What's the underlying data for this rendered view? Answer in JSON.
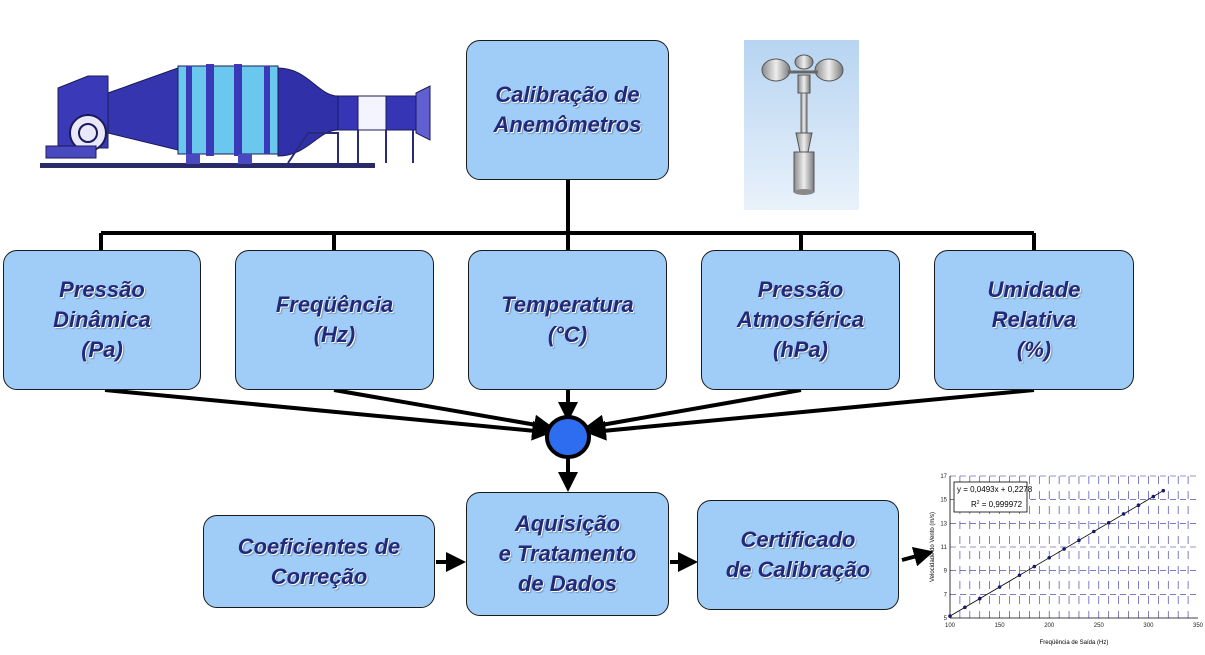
{
  "diagram": {
    "top_box": "Calibração de\nAnemômetros",
    "inputs": [
      "Pressão\nDinâmica\n(Pa)",
      "Freqüência\n(Hz)",
      "Temperatura\n(°C)",
      "Pressão\nAtmosférica\n(hPa)",
      "Umidade\nRelativa\n(%)"
    ],
    "corrections_box": "Coeficientes de\nCorreção",
    "processing_box": "Aquisição\ne Tratamento\nde Dados",
    "certificate_box": "Certificado\nde Calibração"
  },
  "colors": {
    "box_fill": "#9fcdf7",
    "text": "#22287a",
    "junction": "#2f6df0",
    "tunnel": "#3535b5"
  },
  "icons": [
    "wind-tunnel",
    "cup-anemometer"
  ],
  "chart_data": {
    "type": "scatter",
    "equation": "y = 0,0493x + 0,2278",
    "r2_prefix": "R",
    "r2_sup": "2",
    "r2_value": " = 0,999972",
    "xlabel": "Freqüência de Saída (Hz)",
    "ylabel": "Velocidade do Vento (m/s)",
    "xlim": [
      100,
      350
    ],
    "ylim": [
      5,
      17
    ],
    "x_ticks": [
      "100",
      "150",
      "200",
      "250",
      "300",
      "350"
    ],
    "y_ticks": [
      "5",
      "7",
      "9",
      "11",
      "13",
      "15",
      "17"
    ],
    "grid": true,
    "trendline": {
      "slope": 0.0493,
      "intercept": 0.2278
    },
    "x": [
      100,
      115,
      130,
      150,
      170,
      185,
      200,
      215,
      230,
      245,
      260,
      275,
      290,
      305,
      315
    ],
    "y": [
      5.16,
      5.9,
      6.64,
      7.62,
      8.61,
      9.35,
      10.09,
      10.83,
      11.57,
      12.31,
      13.05,
      13.79,
      14.53,
      15.26,
      15.76
    ]
  }
}
